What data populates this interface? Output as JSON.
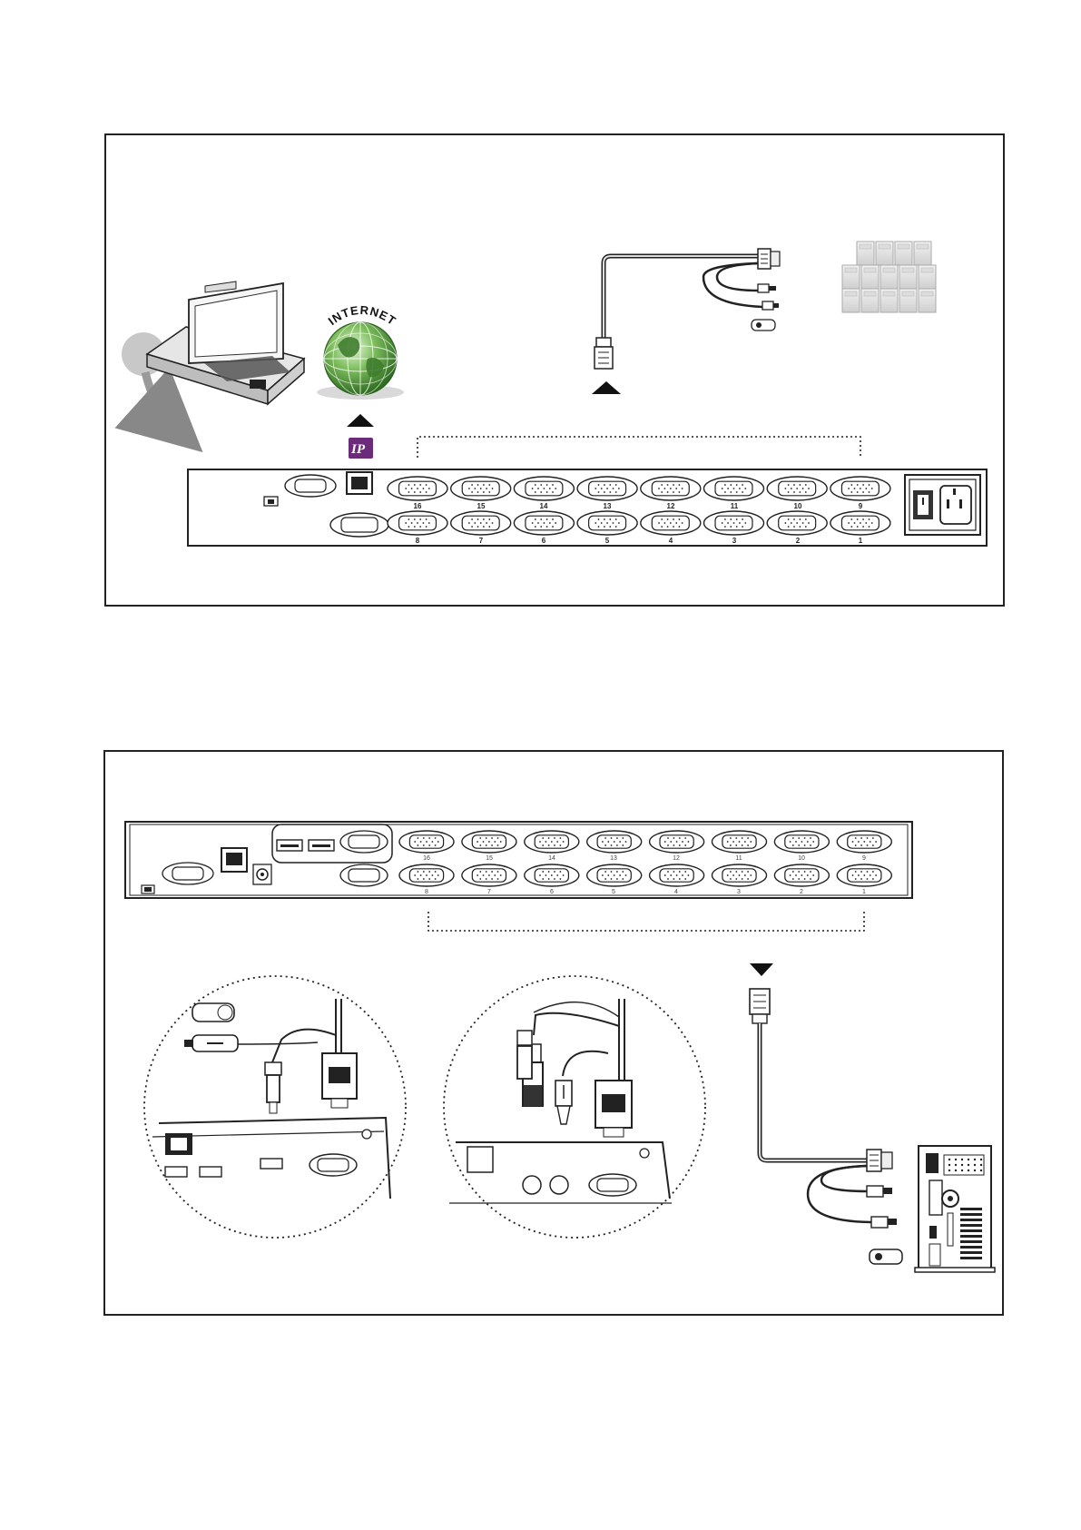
{
  "diagram1": {
    "globe_label": "INTERNET",
    "ip_badge": "IP",
    "port_labels_top": [
      "16",
      "15",
      "14",
      "13",
      "12",
      "11",
      "10",
      "9"
    ],
    "port_labels_bottom": [
      "8",
      "7",
      "6",
      "5",
      "4",
      "3",
      "2",
      "1"
    ]
  },
  "diagram2": {
    "port_labels_top": [
      "16",
      "15",
      "14",
      "13",
      "12",
      "11",
      "10",
      "9"
    ],
    "port_labels_bottom": [
      "8",
      "7",
      "6",
      "5",
      "4",
      "3",
      "2",
      "1"
    ]
  },
  "colors": {
    "ip_badge_bg": "#6b2a7a",
    "globe_green": "#4e9a3c",
    "rack_gray": "#9a9a9a",
    "line": "#222222"
  },
  "icons": [
    "rack-lcd-console-icon",
    "globe-icon",
    "ethernet-port-icon",
    "vga-port-icon",
    "power-inlet-icon",
    "server-farm-icon",
    "kvm-cable-icon",
    "usb-plug-icon",
    "ps2-plug-icon",
    "pc-tower-icon",
    "arrow-up-icon",
    "arrow-down-icon"
  ]
}
